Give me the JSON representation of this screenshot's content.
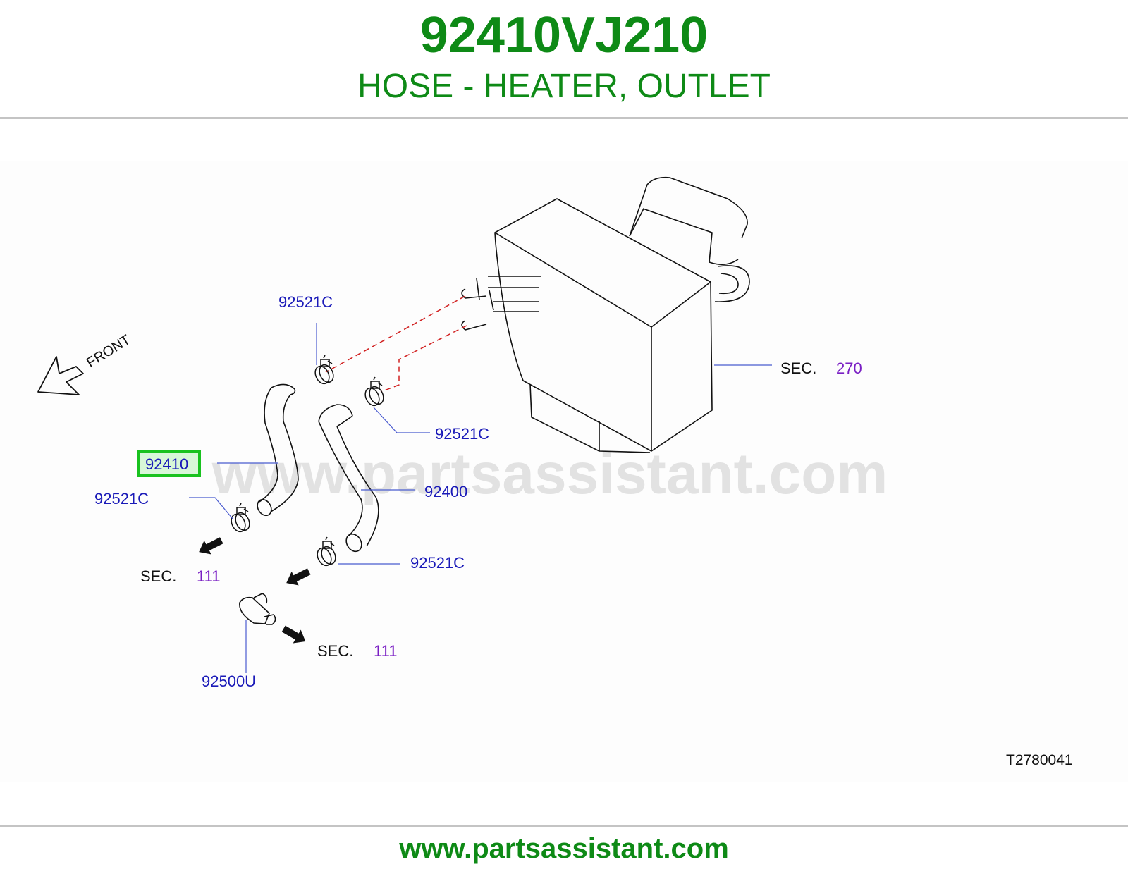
{
  "header": {
    "part_number": "92410VJ210",
    "part_name": "HOSE - HEATER, OUTLET"
  },
  "diagram": {
    "watermark": "www.partsassistant.com",
    "front_label": "FRONT",
    "callouts": {
      "clamp_top": "92521C",
      "clamp_mid": "92521C",
      "clamp_left": "92521C",
      "clamp_bottom": "92521C",
      "hose_outlet_highlighted": "92410",
      "hose_inlet": "92400",
      "valve": "92500U"
    },
    "section_refs": {
      "heater_unit": {
        "prefix": "SEC.",
        "number": "270"
      },
      "left_arrow": {
        "prefix": "SEC.",
        "number": "111"
      },
      "bottom_arrow": {
        "prefix": "SEC.",
        "number": "111"
      }
    },
    "drawing_code": "T2780041"
  },
  "footer": {
    "url": "www.partsassistant.com"
  },
  "colors": {
    "title_green": "#0e8a16",
    "callout_blue": "#1a1ab8",
    "section_purple": "#7a1fc4",
    "highlight_green": "#19c21f",
    "highlight_fill": "#d8f7d8",
    "leader_blue": "#4a5bd0",
    "dashed_red": "#d12020"
  },
  "icons": [
    "front-arrow-icon",
    "direction-arrow-icon"
  ]
}
